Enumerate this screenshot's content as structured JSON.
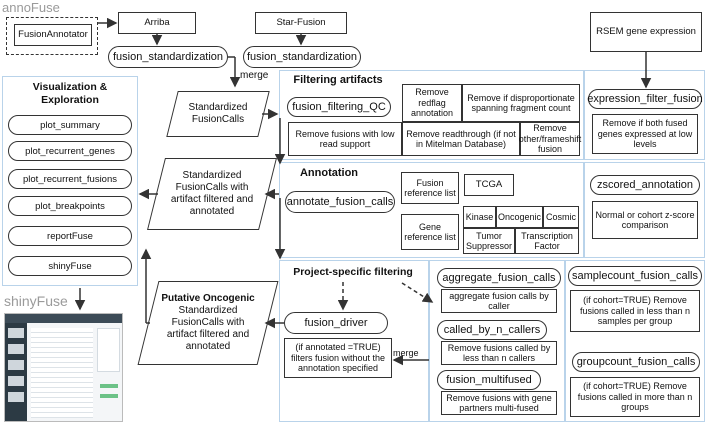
{
  "package_label": "annoFuse",
  "shiny_label": "shinyFuse",
  "callers": {
    "fusion_annotator": "FusionAnnotator",
    "arriba": "Arriba",
    "star_fusion": "Star-Fusion",
    "rsem": "RSEM gene expression"
  },
  "standardization": {
    "left": "fusion_standardization",
    "right": "fusion_standardization",
    "merge_label": "merge"
  },
  "flow": {
    "standardized": "Standardized FusionCalls",
    "filtered": "Standardized FusionCalls with artifact filtered and annotated",
    "putative_title": "Putative Oncogenic",
    "putative_body": "Standardized FusionCalls with artifact filtered and annotated"
  },
  "visualization": {
    "title": "Visualization & Exploration",
    "items": [
      "plot_summary",
      "plot_recurrent_genes",
      "plot_recurrent_fusions",
      "plot_breakpoints",
      "reportFuse",
      "shinyFuse"
    ]
  },
  "filtering": {
    "title": "Filtering artifacts",
    "qc": "fusion_filtering_QC",
    "redflag": "Remove redflag annotation",
    "disproportionate": "Remove if disproportionate spanning fragment count",
    "low_support": "Remove fusions with low read support",
    "readthrough": "Remove readthrough (if not in Mitelman Database)",
    "frameshift": "Remove other/frameshift fusion"
  },
  "expression": {
    "func": "expression_filter_fusion",
    "desc": "Remove if both fused genes expressed at low levels"
  },
  "annotation": {
    "title": "Annotation",
    "func": "annotate_fusion_calls",
    "fusion_ref": "Fusion reference list",
    "tcga": "TCGA",
    "gene_ref": "Gene reference list",
    "kinase": "Kinase",
    "oncogenic": "Oncogenic",
    "cosmic": "Cosmic",
    "tumor_suppressor": "Tumor Suppressor",
    "transcription_factor": "Transcription Factor"
  },
  "zscore": {
    "func": "zscored_annotation",
    "desc": "Normal or cohort z-score comparison"
  },
  "project": {
    "title": "Project-specific filtering",
    "driver": "fusion_driver",
    "driver_desc": "(if annotated =TRUE) filters fusion without the annotation specified",
    "merge_label": "merge",
    "aggregate": "aggregate_fusion_calls",
    "aggregate_desc": "aggregate fusion calls by caller",
    "called_by": "called_by_n_callers",
    "called_by_desc": "Remove fusions called by less than n callers",
    "multifused": "fusion_multifused",
    "multifused_desc": "Remove fusions with gene partners multi-fused",
    "samplecount": "samplecount_fusion_calls",
    "samplecount_desc": "(if cohort=TRUE) Remove fusions called in less than n samples per group",
    "groupcount": "groupcount_fusion_calls",
    "groupcount_desc": "(if cohort=TRUE) Remove fusions called in more than n groups"
  },
  "colors": {
    "panel_border": "#b9d3ea",
    "line": "#333333",
    "gray_label": "#9a9a9a"
  }
}
